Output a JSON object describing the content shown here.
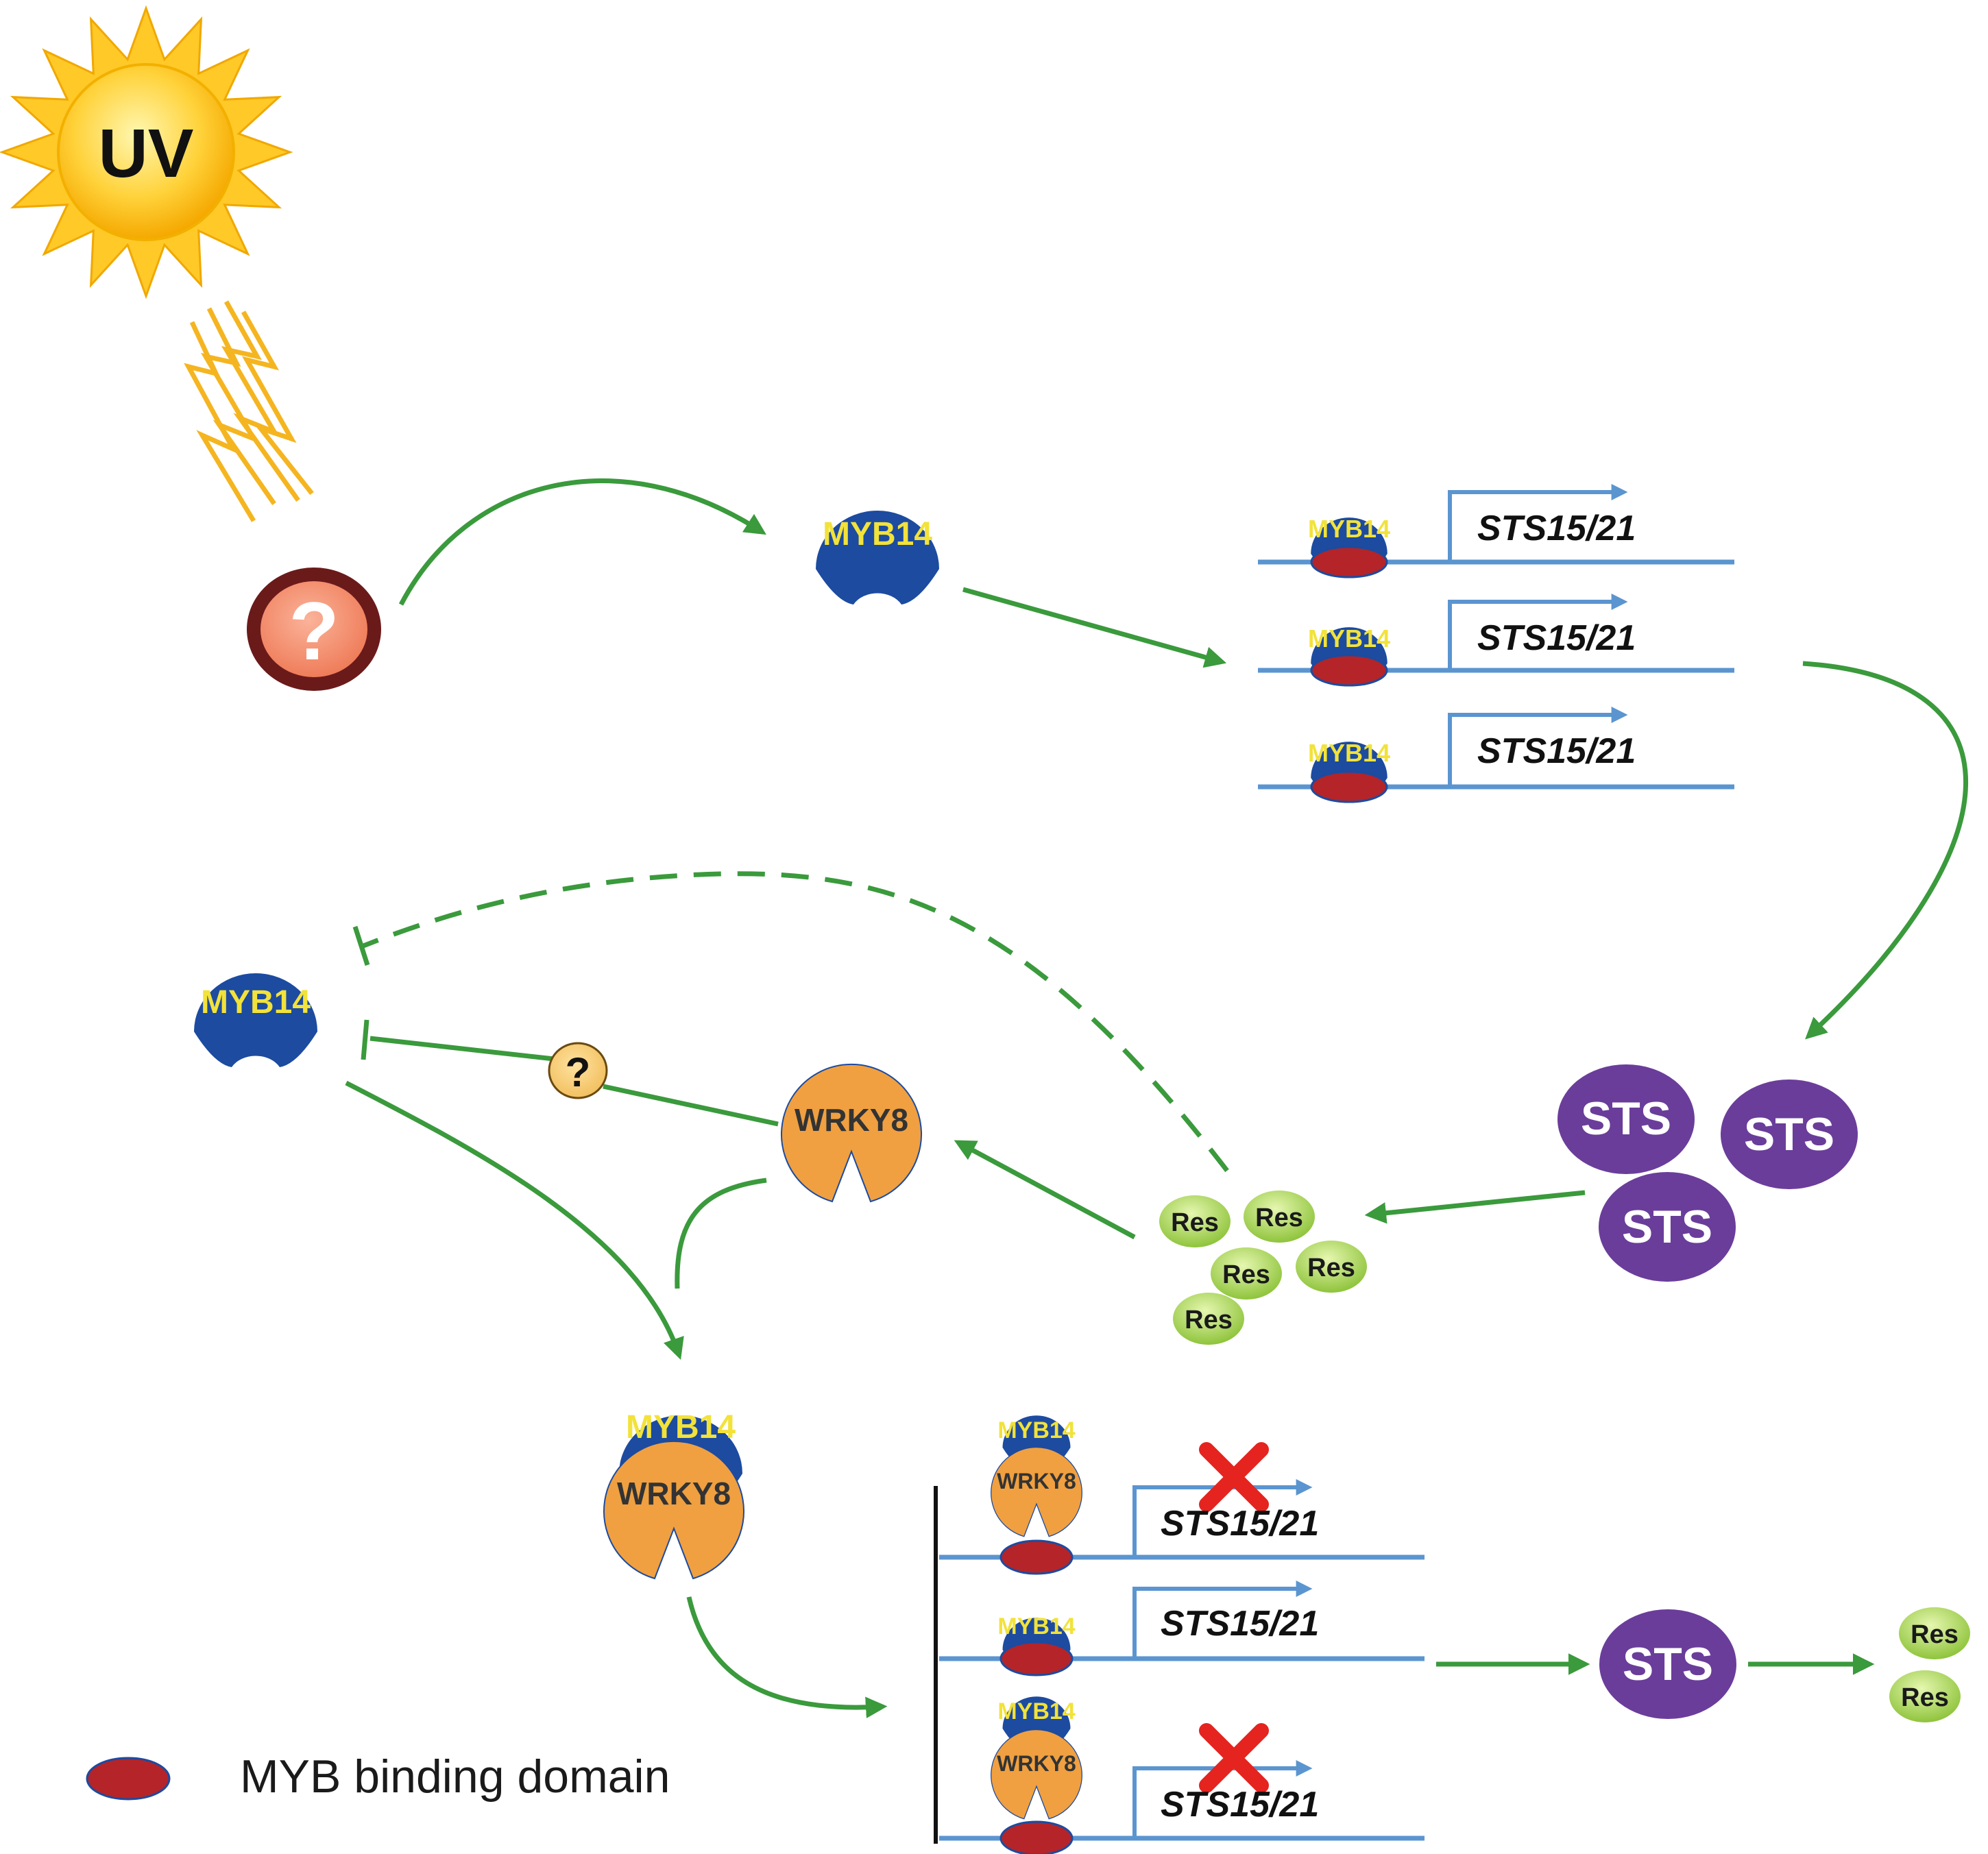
{
  "stimulus": {
    "label": "UV"
  },
  "unknown": {
    "big": "?",
    "small": "?"
  },
  "proteins": {
    "myb14": "MYB14",
    "wrky8": "WRKY8",
    "sts": "STS",
    "res": "Res"
  },
  "gene": {
    "label": "STS15/21"
  },
  "legend": {
    "text": "MYB binding domain"
  },
  "colors": {
    "arrow": "#3a9a3c",
    "myb14": "#1c4ba0",
    "myb14_text": "#f2e23a",
    "wrky8": "#f0a040",
    "sts": "#6a3d9a",
    "res": "#a6d356",
    "dna": "#5b95d0",
    "binding_domain": "#b52428",
    "repress_x": "#e5231f"
  }
}
